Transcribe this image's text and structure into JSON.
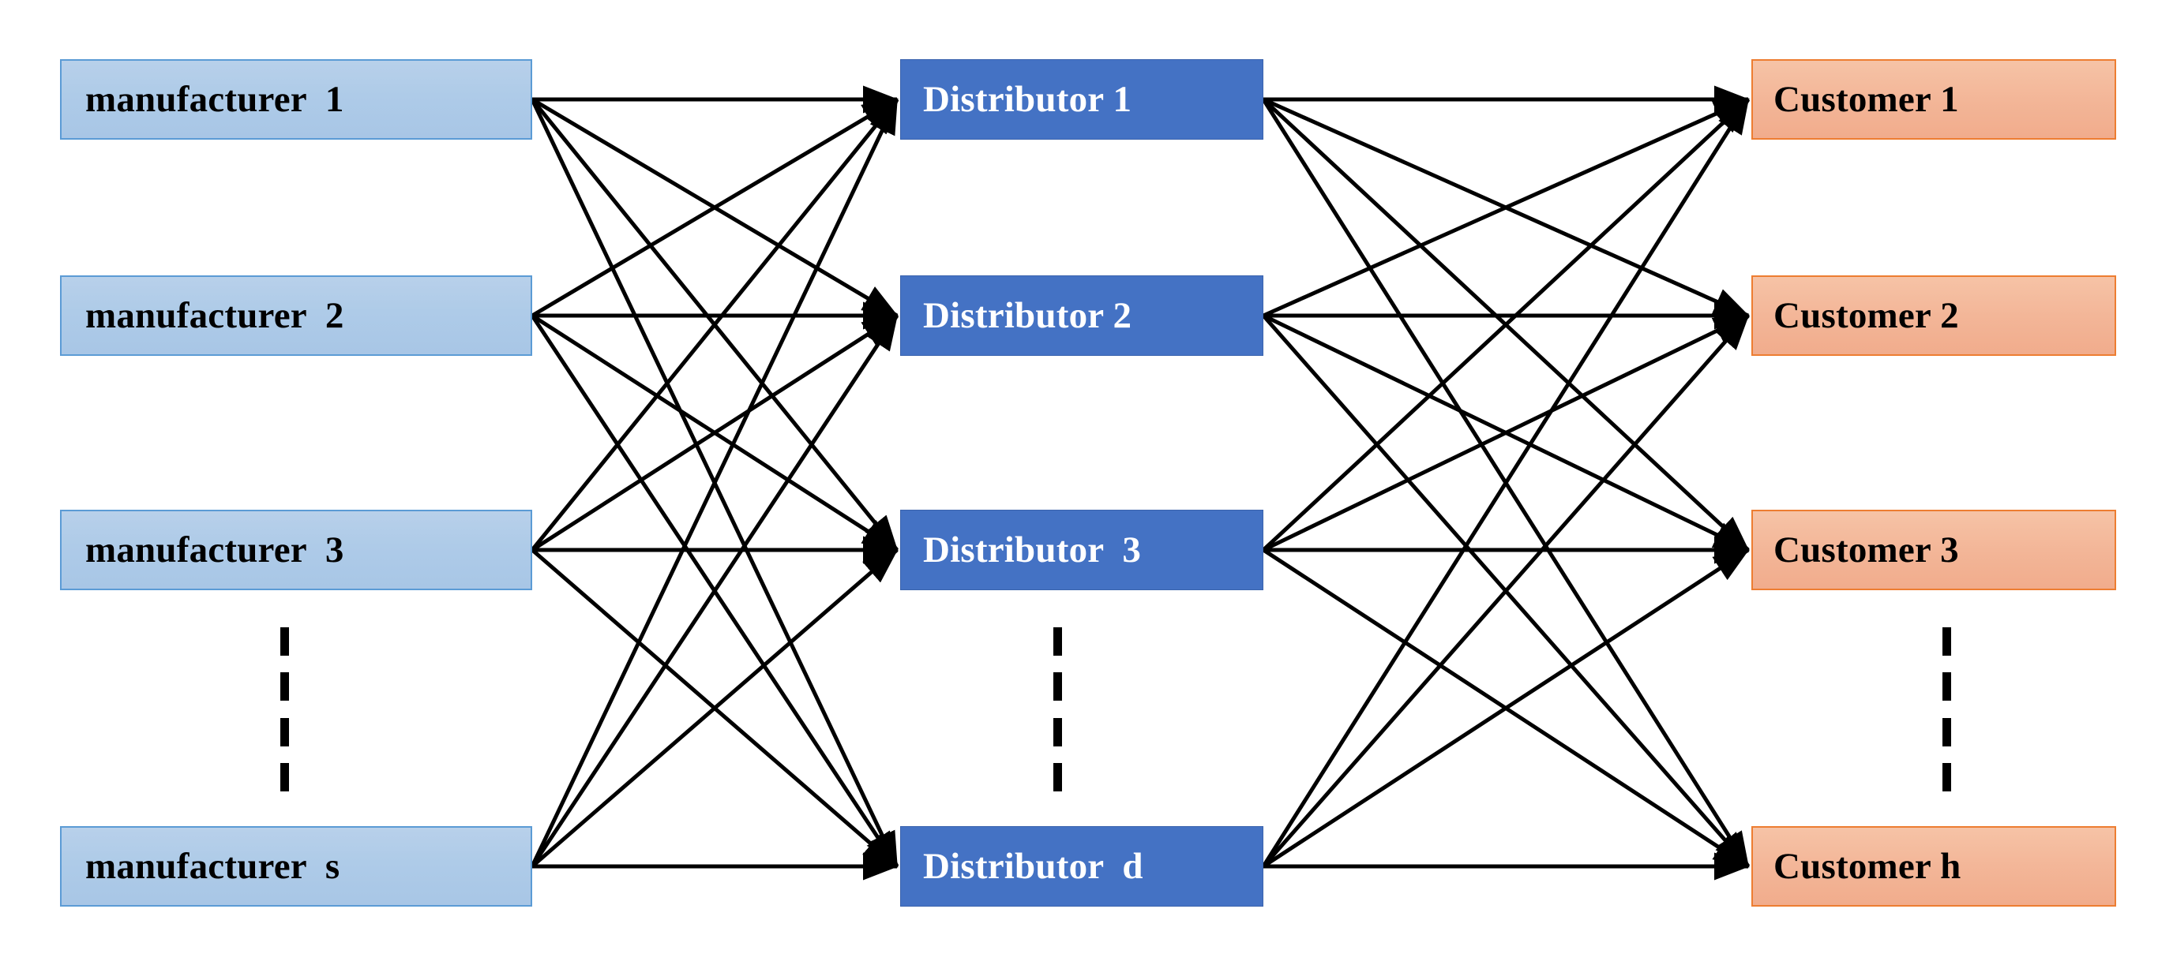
{
  "diagram": {
    "title": "Three-echelon supply chain network",
    "type": "bipartite-network",
    "background_color": "#ffffff",
    "columns": [
      {
        "id": "manufacturers",
        "name": "manufacturer",
        "fill_color": "#aecbe8",
        "border_color": "#5b9bd5",
        "text_color": "#000000"
      },
      {
        "id": "distributors",
        "name": "Distributor",
        "fill_color": "#4472c4",
        "border_color": "#3a63ad",
        "text_color": "#ffffff"
      },
      {
        "id": "customers",
        "name": "Customer",
        "fill_color": "#f3b698",
        "border_color": "#ed7d31",
        "text_color": "#000000"
      }
    ],
    "edge_color": "#000000"
  },
  "nodes": {
    "manufacturers": [
      {
        "label": "manufacturer  1"
      },
      {
        "label": "manufacturer  2"
      },
      {
        "label": "manufacturer  3"
      },
      {
        "label": "manufacturer  s"
      }
    ],
    "distributors": [
      {
        "label": "Distributor 1"
      },
      {
        "label": "Distributor 2"
      },
      {
        "label": "Distributor  3"
      },
      {
        "label": "Distributor  d"
      }
    ],
    "customers": [
      {
        "label": "Customer 1"
      },
      {
        "label": "Customer 2"
      },
      {
        "label": "Customer 3"
      },
      {
        "label": "Customer h"
      }
    ]
  },
  "ellipsis": {
    "symbol": "vertical-dashed-line",
    "dash_count": 4,
    "columns": [
      "manufacturers",
      "distributors",
      "customers"
    ]
  },
  "chart_data": {
    "type": "diagram",
    "title": "Three-echelon supply chain network",
    "layers": [
      "manufacturers",
      "distributors",
      "customers"
    ],
    "node_counts": {
      "manufacturers": 4,
      "distributors": 4,
      "customers": 4
    },
    "edges": {
      "manufacturers_to_distributors": "complete-bipartite",
      "distributors_to_customers": "complete-bipartite",
      "edge_count_left": 16,
      "edge_count_right": 16,
      "arrow_direction": "left-to-right"
    }
  }
}
